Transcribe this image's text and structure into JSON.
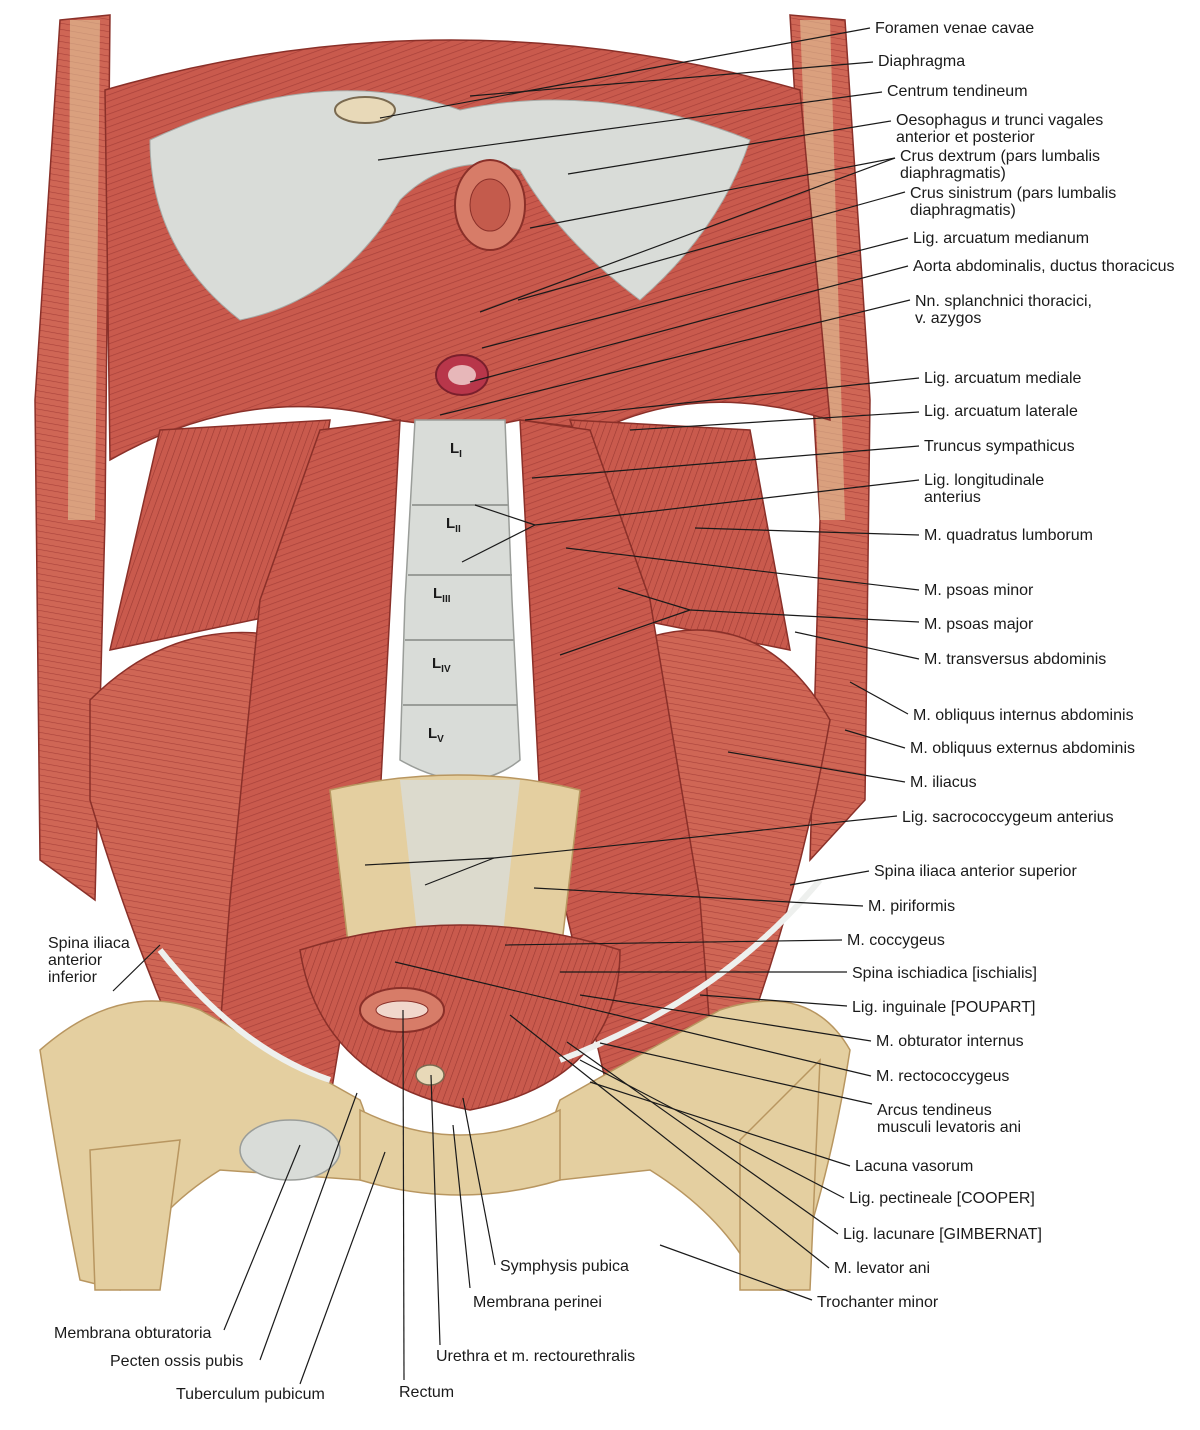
{
  "colors": {
    "muscle": "#c95a4d",
    "muscle_light": "#e08b78",
    "muscle_dark": "#9c3a33",
    "tendon": "#d9dcd8",
    "bone": "#e4cfa0",
    "bone_dark": "#b89660",
    "leader": "#1a1a1a",
    "background": "#ffffff"
  },
  "vertebrae": [
    {
      "base": "L",
      "sub": "I"
    },
    {
      "base": "L",
      "sub": "II"
    },
    {
      "base": "L",
      "sub": "III"
    },
    {
      "base": "L",
      "sub": "IV"
    },
    {
      "base": "L",
      "sub": "V"
    }
  ],
  "labels": [
    {
      "id": "foramen-venae-cavae",
      "lines": [
        "Foramen venae cavae"
      ]
    },
    {
      "id": "diaphragma",
      "lines": [
        "Diaphragma"
      ]
    },
    {
      "id": "centrum-tendineum",
      "lines": [
        "Centrum tendineum"
      ]
    },
    {
      "id": "oesophagus",
      "lines": [
        "Oesophagus и trunci vagales",
        "anterior et posterior"
      ]
    },
    {
      "id": "crus-dextrum",
      "lines": [
        "Crus dextrum (pars lumbalis",
        "diaphragmatis)"
      ]
    },
    {
      "id": "crus-sinistrum",
      "lines": [
        "Crus sinistrum (pars lumbalis",
        "diaphragmatis)"
      ]
    },
    {
      "id": "lig-arcuatum-medianum",
      "lines": [
        "Lig. arcuatum medianum"
      ]
    },
    {
      "id": "aorta-abdominalis",
      "lines": [
        "Aorta abdominalis, ductus thoracicus"
      ]
    },
    {
      "id": "nn-splanchnici",
      "lines": [
        "Nn. splanchnici thoracici,",
        "v. azygos"
      ]
    },
    {
      "id": "lig-arcuatum-mediale",
      "lines": [
        "Lig. arcuatum mediale"
      ]
    },
    {
      "id": "lig-arcuatum-laterale",
      "lines": [
        "Lig. arcuatum laterale"
      ]
    },
    {
      "id": "truncus-sympathicus",
      "lines": [
        "Truncus sympathicus"
      ]
    },
    {
      "id": "lig-longitudinale-anterius",
      "lines": [
        "Lig. longitudinale",
        "anterius"
      ]
    },
    {
      "id": "m-quadratus-lumborum",
      "lines": [
        "M. quadratus lumborum"
      ]
    },
    {
      "id": "m-psoas-minor",
      "lines": [
        "M. psoas minor"
      ]
    },
    {
      "id": "m-psoas-major",
      "lines": [
        "M. psoas major"
      ]
    },
    {
      "id": "m-transversus-abdominis",
      "lines": [
        "M. transversus abdominis"
      ]
    },
    {
      "id": "m-obliquus-internus",
      "lines": [
        "M. obliquus internus abdominis"
      ]
    },
    {
      "id": "m-obliquus-externus",
      "lines": [
        "M. obliquus externus abdominis"
      ]
    },
    {
      "id": "m-iliacus",
      "lines": [
        "M. iliacus"
      ]
    },
    {
      "id": "lig-sacrococcygeum",
      "lines": [
        "Lig. sacrococcygeum anterius"
      ]
    },
    {
      "id": "spina-iliaca-ant-sup",
      "lines": [
        "Spina iliaca anterior superior"
      ]
    },
    {
      "id": "m-piriformis",
      "lines": [
        "M. piriformis"
      ]
    },
    {
      "id": "m-coccygeus",
      "lines": [
        "M. coccygeus"
      ]
    },
    {
      "id": "spina-ischiadica",
      "lines": [
        "Spina ischiadica [ischialis]"
      ]
    },
    {
      "id": "lig-inguinale",
      "lines": [
        "Lig. inguinale [POUPART]"
      ]
    },
    {
      "id": "m-obturator-internus",
      "lines": [
        "M. obturator internus"
      ]
    },
    {
      "id": "m-rectococcygeus",
      "lines": [
        "M. rectococcygeus"
      ]
    },
    {
      "id": "arcus-tendineus",
      "lines": [
        "Arcus tendineus",
        "musculi levatoris ani"
      ]
    },
    {
      "id": "lacuna-vasorum",
      "lines": [
        "Lacuna vasorum"
      ]
    },
    {
      "id": "lig-pectineale",
      "lines": [
        "Lig. pectineale [COOPER]"
      ]
    },
    {
      "id": "lig-lacunare",
      "lines": [
        "Lig. lacunare [GIMBERNAT]"
      ]
    },
    {
      "id": "m-levator-ani",
      "lines": [
        "M. levator ani"
      ]
    },
    {
      "id": "trochanter-minor",
      "lines": [
        "Trochanter minor"
      ]
    },
    {
      "id": "symphysis-pubica",
      "lines": [
        "Symphysis pubica"
      ]
    },
    {
      "id": "membrana-perinei",
      "lines": [
        "Membrana perinei"
      ]
    },
    {
      "id": "urethra",
      "lines": [
        "Urethra et m. rectourethralis"
      ]
    },
    {
      "id": "rectum",
      "lines": [
        "Rectum"
      ]
    },
    {
      "id": "tuberculum-pubicum",
      "lines": [
        "Tuberculum pubicum"
      ]
    },
    {
      "id": "pecten-ossis-pubis",
      "lines": [
        "Pecten ossis pubis"
      ]
    },
    {
      "id": "membrana-obturatoria",
      "lines": [
        "Membrana obturatoria"
      ]
    },
    {
      "id": "spina-iliaca-ant-inf",
      "lines": [
        "Spina iliaca",
        "anterior",
        "inferior"
      ]
    }
  ]
}
